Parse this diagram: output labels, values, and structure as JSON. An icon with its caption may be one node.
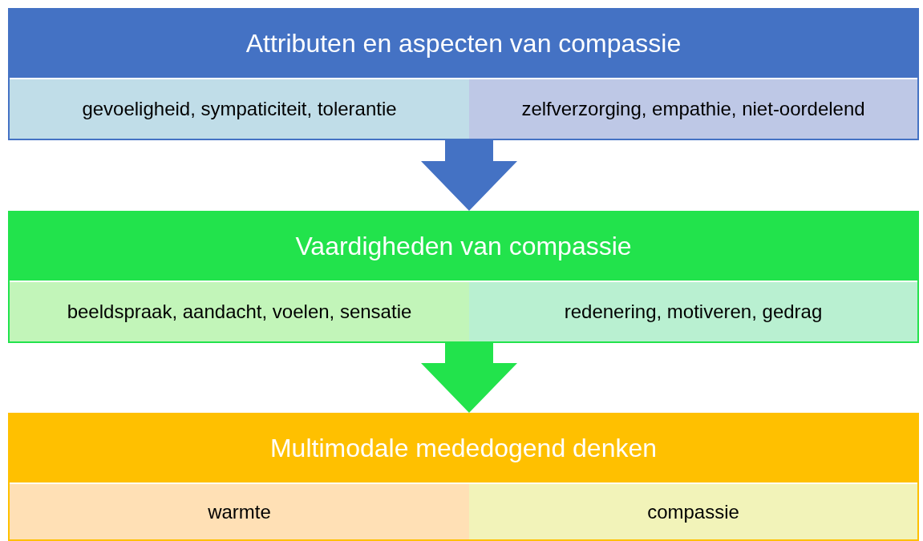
{
  "diagram": {
    "nodes": [
      {
        "text": [
          "Attributen en aspecten van compassie"
        ]
      },
      {
        "text": [
          "gevoeligheid, sympaticiteit, tolerantie"
        ],
        "in": 0
      },
      {
        "text": [
          "zelfverzorging, empathie, niet-oordelend"
        ],
        "in": 0
      },
      {
        "text": [
          "Vaardigheden van compassie"
        ]
      },
      {
        "text": [
          "beeldspraak, aandacht, voelen, sensatie"
        ],
        "in": 3
      },
      {
        "text": [
          "redenering, motiveren, gedrag"
        ],
        "in": 3
      },
      {
        "text": [
          "Multimodale mededogend denken"
        ]
      },
      {
        "text": [
          "warmte"
        ],
        "in": 6
      },
      {
        "text": [
          "compassie"
        ],
        "in": 6
      }
    ],
    "edges": [
      {
        "from": 0,
        "to": 3,
        "arrow": "to",
        "style": "thick",
        "color": "#4472c4"
      },
      {
        "from": 3,
        "to": 6,
        "arrow": "to",
        "style": "thick",
        "color": "#22e34c"
      }
    ]
  }
}
